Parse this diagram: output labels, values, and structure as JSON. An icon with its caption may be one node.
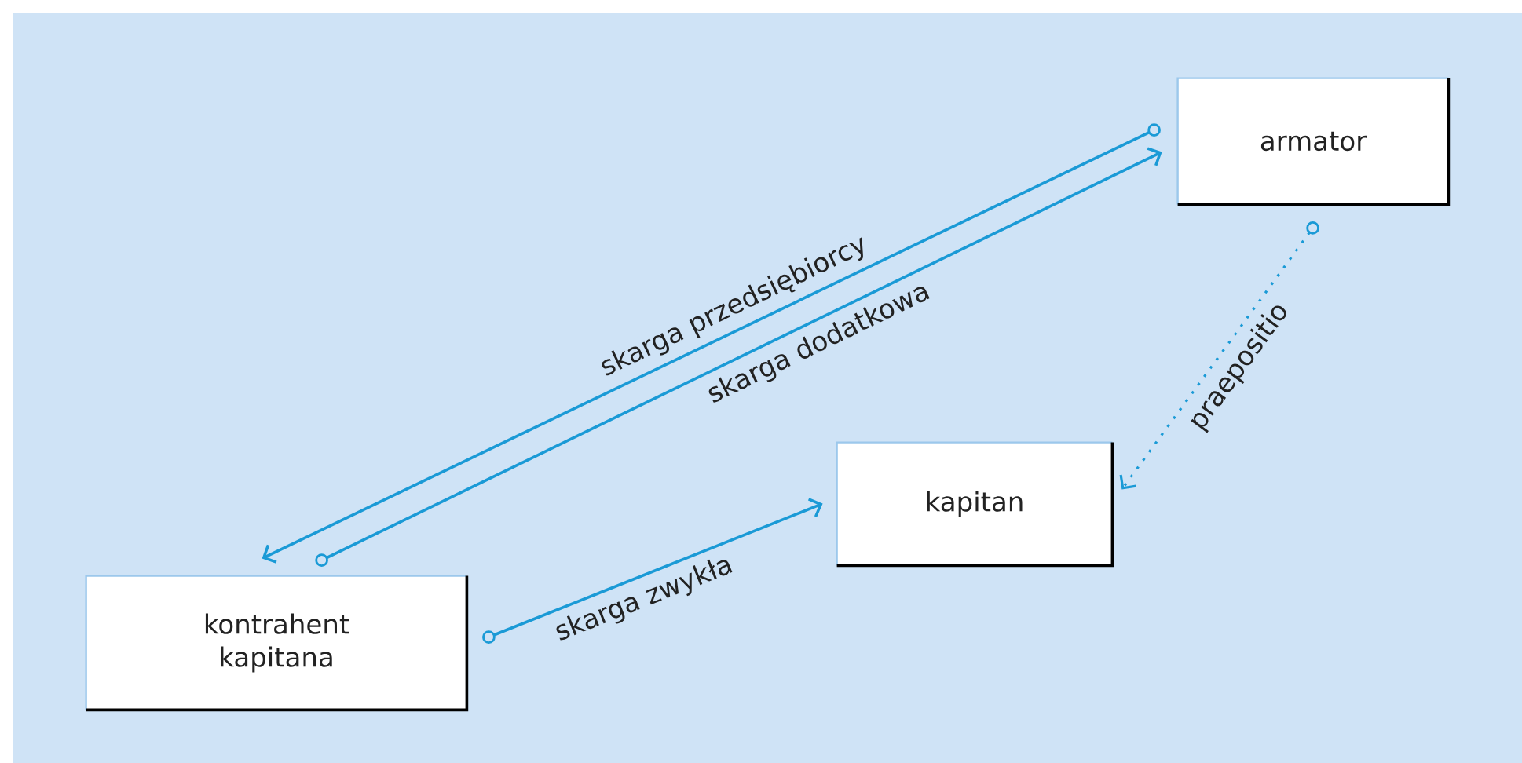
{
  "diagram": {
    "nodes": [
      {
        "text": [
          "armator"
        ]
      },
      {
        "text": [
          "kapitan"
        ]
      },
      {
        "text": [
          "kontrahent kapitana"
        ]
      }
    ],
    "edges": [
      {
        "from": 0,
        "to": 2,
        "arrow": "to",
        "label": "skarga przedsiębiorcy"
      },
      {
        "from": 2,
        "to": 0,
        "arrow": "to",
        "label": "skarga dodatkowa"
      },
      {
        "from": 2,
        "to": 1,
        "arrow": "to",
        "label": "skarga zwykła"
      },
      {
        "from": 0,
        "to": 1,
        "arrow": "to",
        "label": "praepositio",
        "style": "dashed"
      }
    ]
  }
}
